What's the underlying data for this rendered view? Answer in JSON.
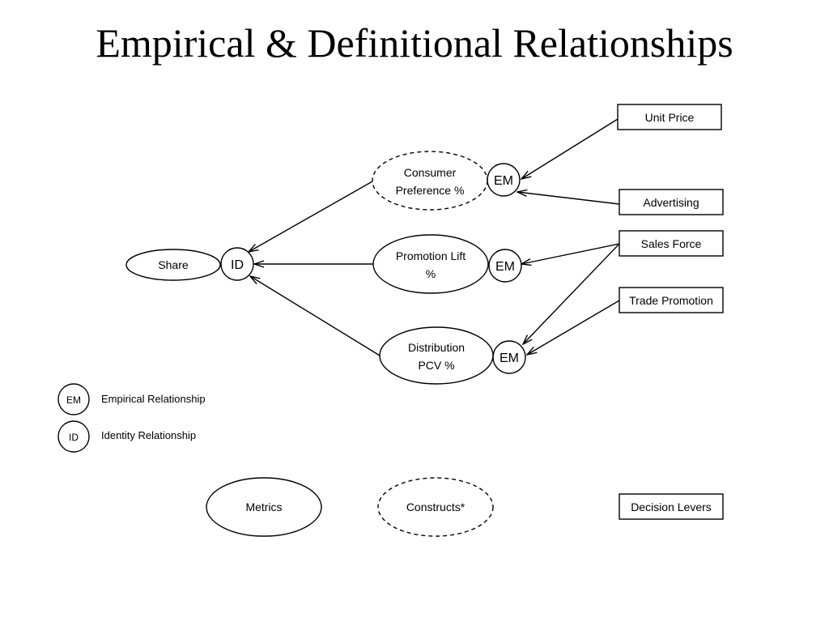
{
  "title": "Empirical & Definitional Relationships",
  "nodes": {
    "share": "Share",
    "consumer_preference": [
      "Consumer",
      "Preference %"
    ],
    "promotion_lift": [
      "Promotion Lift",
      "%"
    ],
    "distribution": [
      "Distribution",
      "PCV %"
    ]
  },
  "relationship_markers": {
    "id": "ID",
    "em": "EM"
  },
  "decision_levers": {
    "unit_price": "Unit Price",
    "advertising": "Advertising",
    "sales_force": "Sales Force",
    "trade_promotion": "Trade Promotion"
  },
  "legend": {
    "em_marker": "EM",
    "em_label": "Empirical Relationship",
    "id_marker": "ID",
    "id_label": "Identity Relationship"
  },
  "key": {
    "metrics": "Metrics",
    "constructs": "Constructs*",
    "decision_levers": "Decision Levers"
  },
  "edges": [
    {
      "from": "Unit Price",
      "to": "EM (Consumer Preference %)"
    },
    {
      "from": "Advertising",
      "to": "EM (Consumer Preference %)"
    },
    {
      "from": "Sales Force",
      "to": "EM (Promotion Lift %)"
    },
    {
      "from": "Sales Force",
      "to": "EM (Distribution PCV %)"
    },
    {
      "from": "Trade Promotion",
      "to": "EM (Distribution PCV %)"
    },
    {
      "from": "Consumer Preference %",
      "to": "ID (Share)"
    },
    {
      "from": "Promotion Lift %",
      "to": "ID (Share)"
    },
    {
      "from": "Distribution PCV %",
      "to": "ID (Share)"
    }
  ]
}
